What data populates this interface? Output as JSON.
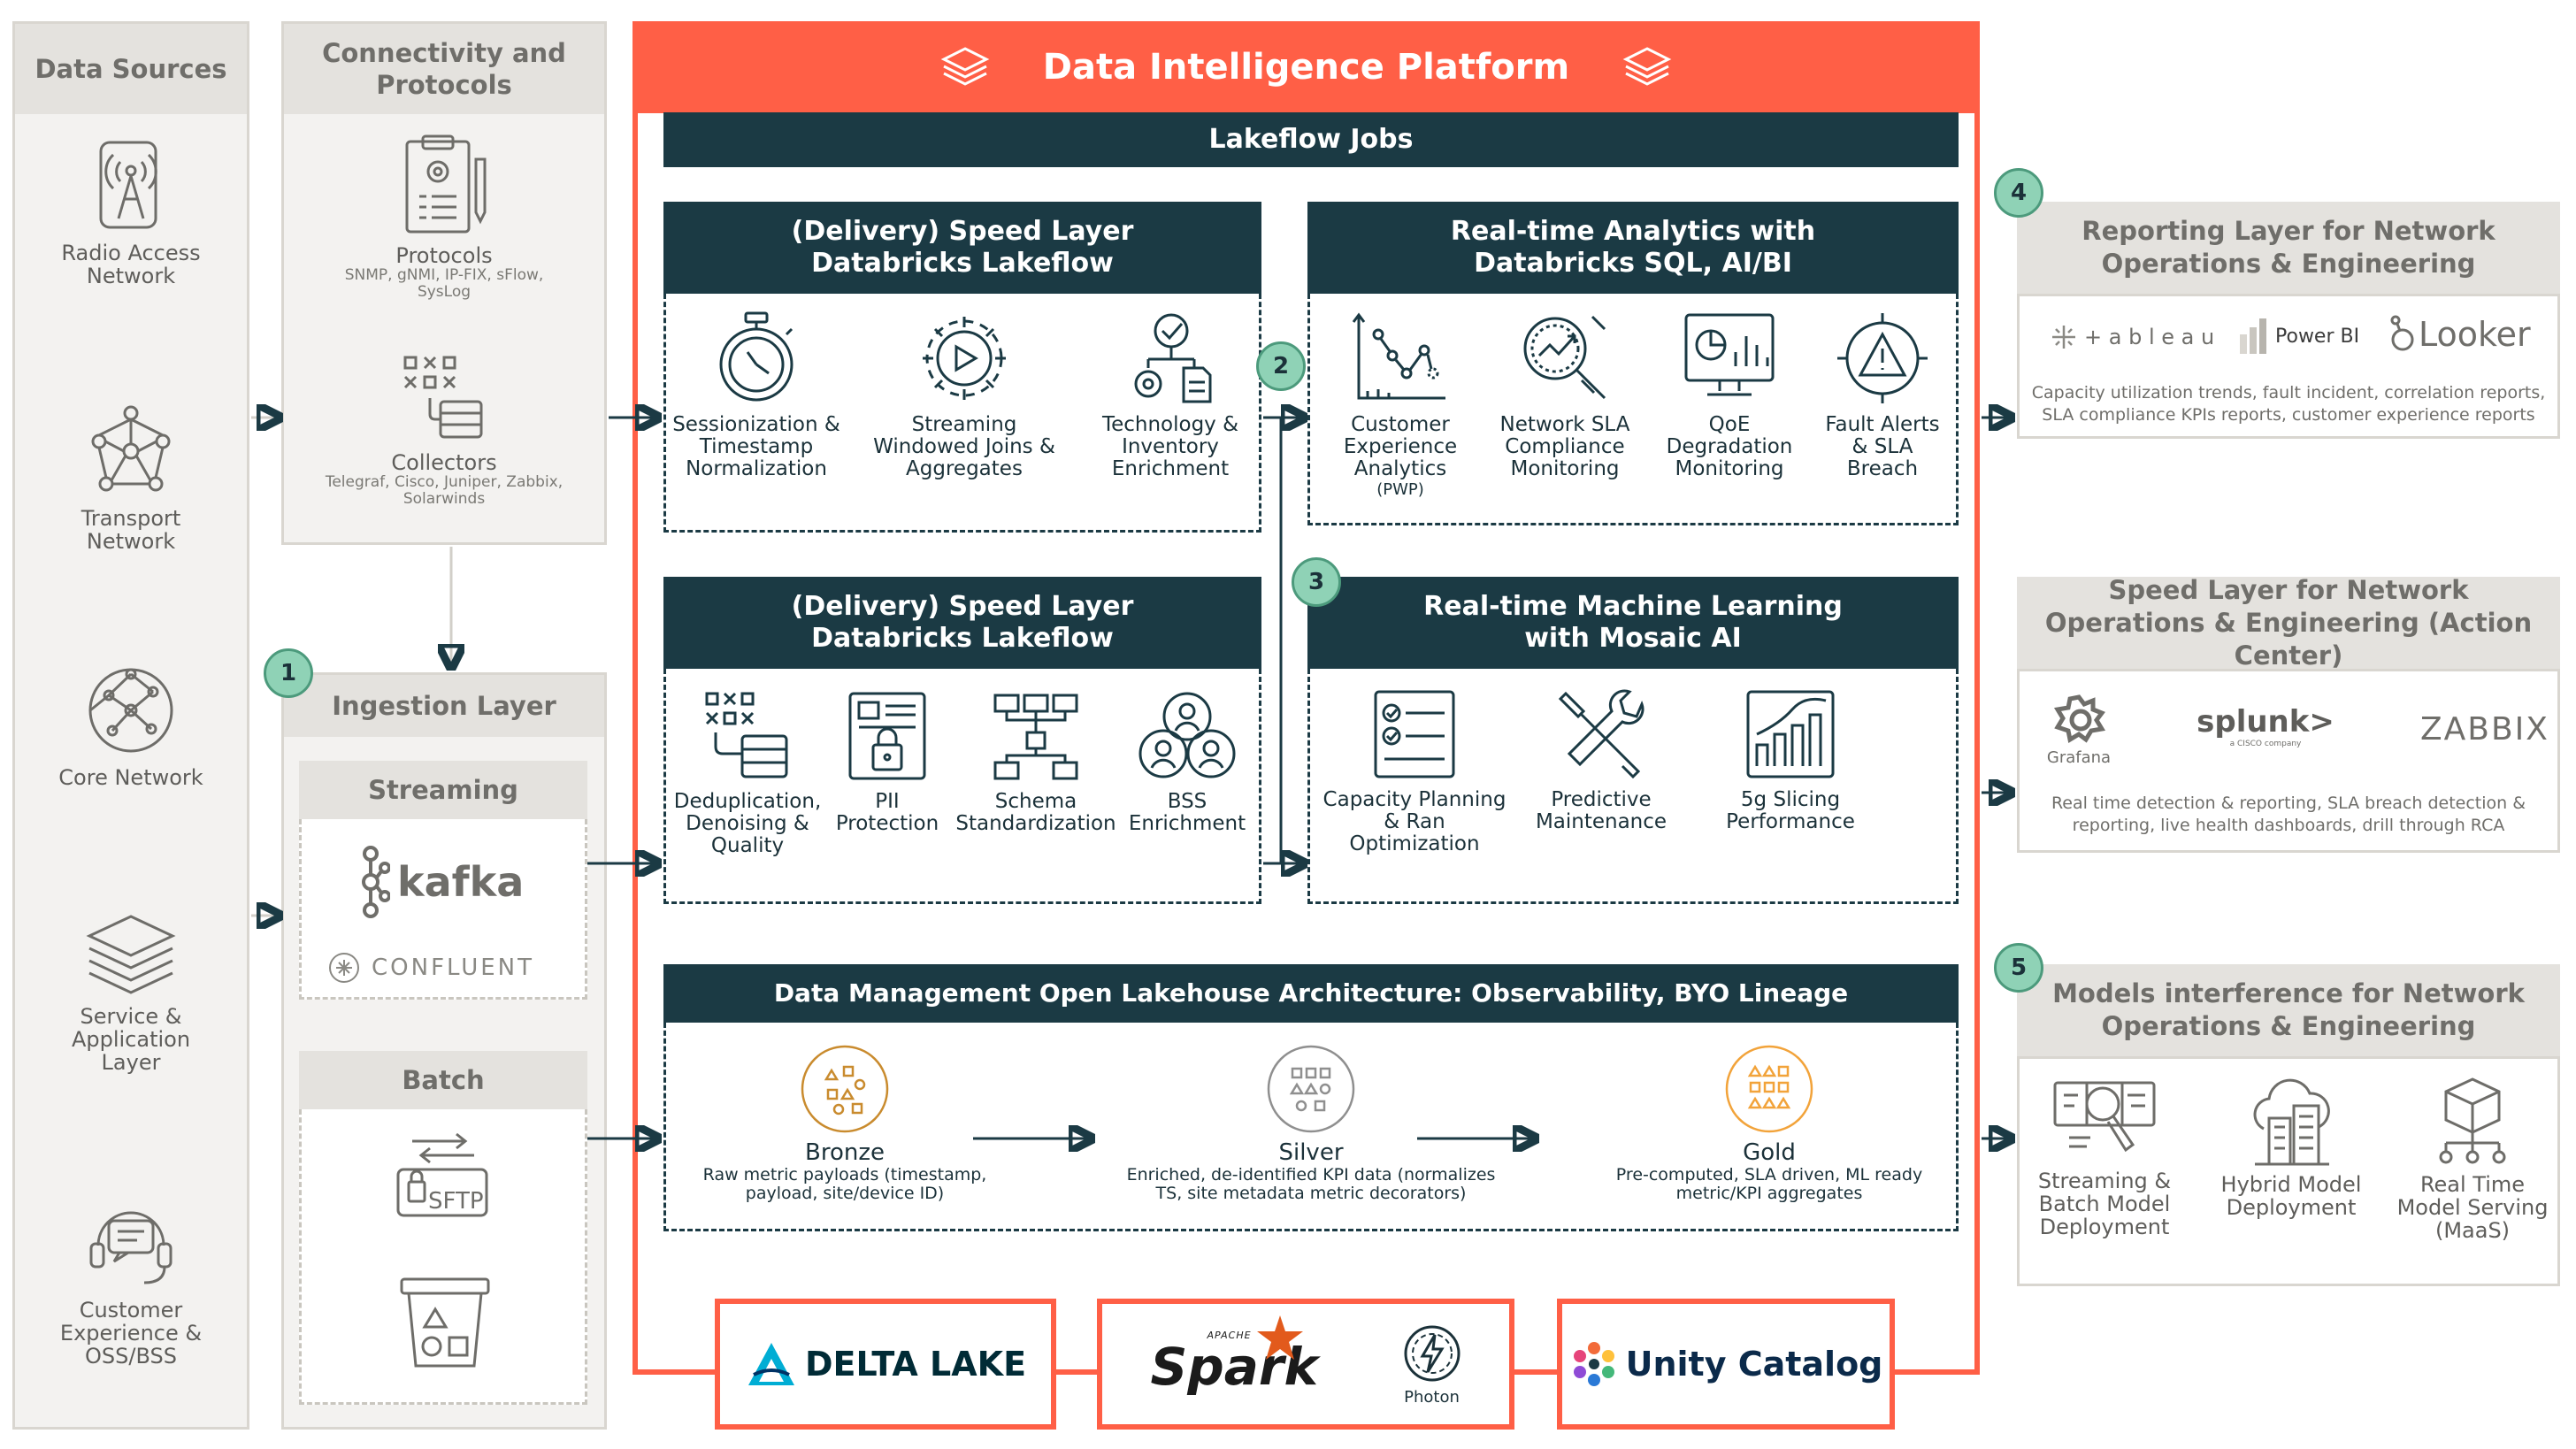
{
  "platform": {
    "title": "Data Intelligence Platform"
  },
  "sources": {
    "header": "Data Sources",
    "items": [
      {
        "label": "Radio Access Network",
        "icon": "radio-tower-icon"
      },
      {
        "label": "Transport Network",
        "icon": "network-mesh-icon"
      },
      {
        "label": "Core Network",
        "icon": "core-globe-icon"
      },
      {
        "label": "Service & Application Layer",
        "icon": "layers-icon"
      },
      {
        "label": "Customer Experience & OSS/BSS",
        "icon": "headset-chat-icon"
      }
    ]
  },
  "connectivity": {
    "header": "Connectivity and Protocols",
    "protocols": {
      "label": "Protocols",
      "sub": "SNMP, gNMI, IP-FIX, sFlow, SysLog"
    },
    "collectors": {
      "label": "Collectors",
      "sub": "Telegraf, Cisco, Juniper, Zabbix, Solarwinds"
    }
  },
  "ingestion": {
    "number": "1",
    "header": "Ingestion Layer",
    "streaming": {
      "header": "Streaming",
      "kafka": "kafka",
      "confluent": "CONFLUENT"
    },
    "batch": {
      "header": "Batch",
      "sftp": "SFTP"
    }
  },
  "lakeflow_jobs": "Lakeflow Jobs",
  "speed_layer_1": {
    "title_line1": "(Delivery) Speed Layer",
    "title_line2": "Databricks Lakeflow",
    "items": [
      {
        "label": "Sessionization & Timestamp Normalization",
        "icon": "stopwatch-icon"
      },
      {
        "label": "Streaming Windowed Joins & Aggregates",
        "icon": "gear-play-icon"
      },
      {
        "label": "Technology & Inventory Enrichment",
        "icon": "gear-check-doc-icon"
      }
    ]
  },
  "speed_layer_2": {
    "title_line1": "(Delivery) Speed Layer",
    "title_line2": "Databricks Lakeflow",
    "items": [
      {
        "label": "Deduplication, Denoising & Quality",
        "icon": "dedupe-icon"
      },
      {
        "label": "PII Protection",
        "icon": "lock-document-icon"
      },
      {
        "label": "Schema Standardization",
        "icon": "schema-tree-icon"
      },
      {
        "label": "BSS Enrichment",
        "icon": "users-group-icon"
      }
    ]
  },
  "analytics": {
    "number": "2",
    "title_line1": "Real-time Analytics with",
    "title_line2": "Databricks SQL, AI/BI",
    "items": [
      {
        "label": "Customer Experience Analytics",
        "sub": "(PWP)",
        "icon": "scatter-chart-icon"
      },
      {
        "label": "Network SLA Compliance Monitoring",
        "icon": "magnifier-chart-icon"
      },
      {
        "label": "QoE Degradation Monitoring",
        "icon": "monitor-chart-icon"
      },
      {
        "label": "Fault Alerts & SLA Breach",
        "icon": "alert-target-icon"
      }
    ]
  },
  "ml": {
    "number": "3",
    "title_line1": "Real-time Machine Learning",
    "title_line2": "with Mosaic AI",
    "items": [
      {
        "label": "Capacity Planning & Ran Optimization",
        "icon": "checklist-icon"
      },
      {
        "label": "Predictive Maintenance",
        "icon": "tools-icon"
      },
      {
        "label": "5g Slicing Performance",
        "icon": "growth-chart-icon"
      }
    ]
  },
  "data_management": {
    "title": "Data Management Open Lakehouse Architecture: Observability, BYO Lineage",
    "tiers": [
      {
        "name": "Bronze",
        "desc_line1": "Raw metric payloads (timestamp,",
        "desc_line2": "payload, site/device ID)",
        "color": "#c98b2e"
      },
      {
        "name": "Silver",
        "desc_line1": "Enriched, de-identified KPI data (normalizes",
        "desc_line2": "TS, site metadata metric decorators)",
        "color": "#9a9a9a"
      },
      {
        "name": "Gold",
        "desc_line1": "Pre-computed, SLA driven, ML ready",
        "desc_line2": "metric/KPI aggregates",
        "color": "#f2a33a"
      }
    ]
  },
  "reporting": {
    "number": "4",
    "header": "Reporting Layer for Network Operations & Engineering",
    "logos": {
      "tableau": "+ a b l e a u",
      "powerbi": "Power BI",
      "looker": "Looker"
    },
    "desc_line1": "Capacity utilization trends, fault incident, correlation reports,",
    "desc_line2": "SLA compliance KPIs reports, customer experience reports"
  },
  "action_center": {
    "header": "Speed Layer for Network Operations & Engineering (Action Center)",
    "logos": {
      "grafana": "Grafana",
      "splunk": "splunk>",
      "splunk_sub": "a CISCO company",
      "zabbix": "ZABBIX"
    },
    "desc_line1": "Real time detection & reporting, SLA breach detection &",
    "desc_line2": "reporting, live health dashboards, drill through RCA"
  },
  "models": {
    "number": "5",
    "header": "Models interference for Network Operations & Engineering",
    "items": [
      {
        "label": "Streaming & Batch Model Deployment",
        "icon": "model-search-icon"
      },
      {
        "label": "Hybrid Model Deployment",
        "icon": "cloud-buildings-icon"
      },
      {
        "label": "Real Time Model Serving (MaaS)",
        "icon": "cube-network-icon"
      }
    ]
  },
  "bottom": {
    "delta": "DELTA LAKE",
    "spark_small": "APACHE",
    "spark": "Spark",
    "photon": "Photon",
    "unity": "Unity Catalog"
  },
  "colors": {
    "accent": "#ff5f46",
    "navy": "#1b3a44",
    "badge": "#8fd2b6"
  }
}
